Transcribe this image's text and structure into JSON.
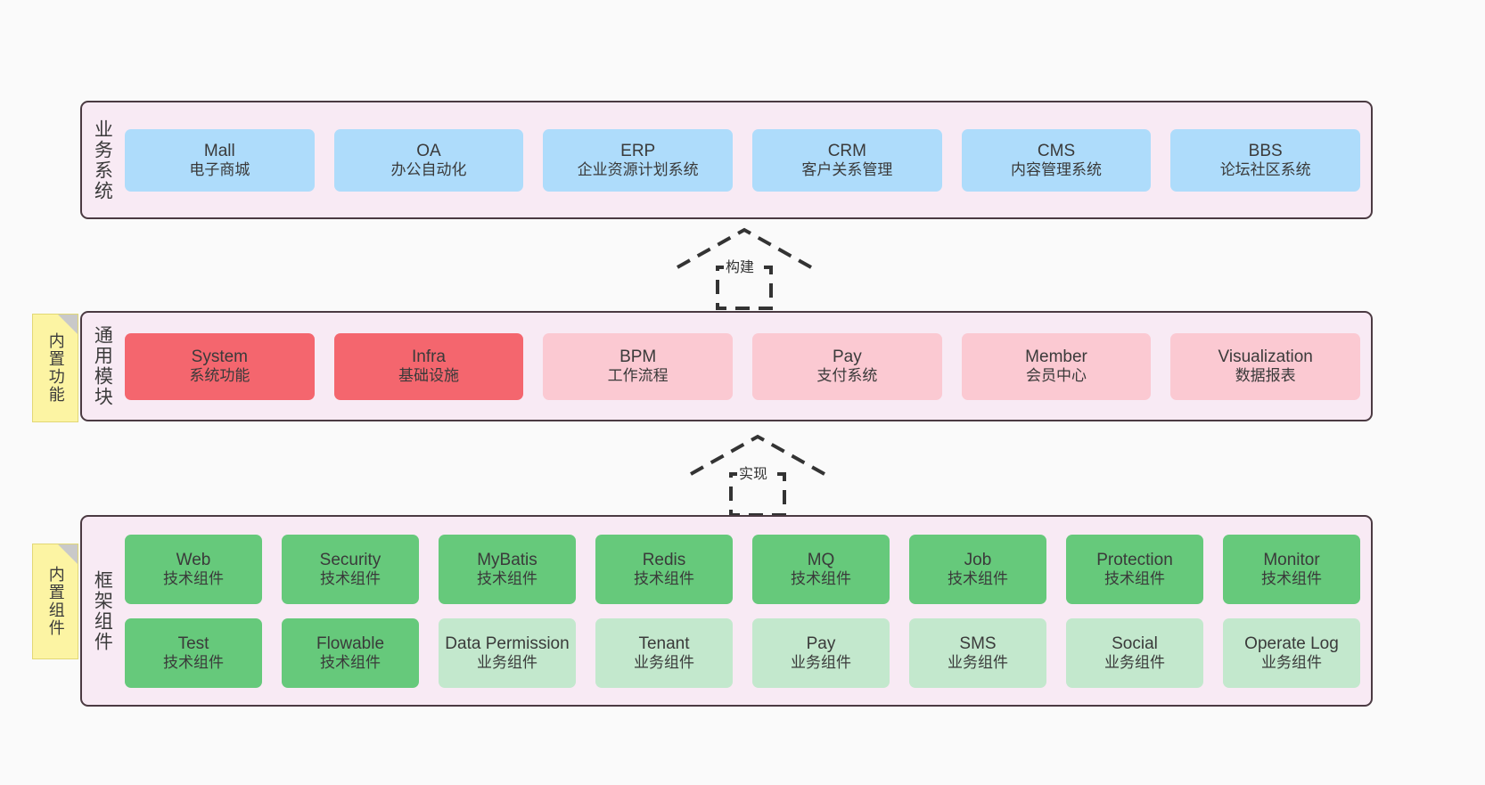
{
  "diagram": {
    "title": "",
    "colors": {
      "panel_bg": "#f8eaf4",
      "panel_border": "#4b3a42",
      "blue": "#aedcfb",
      "red": "#f4666e",
      "pink": "#fbc9d2",
      "green": "#66c97b",
      "light_green": "#c3e8cd",
      "sticky_yellow": "#fcf4a3",
      "canvas": "#fafafa"
    }
  },
  "layers": {
    "business": {
      "title": "业务系统",
      "items": [
        {
          "en": "Mall",
          "cn": "电子商城"
        },
        {
          "en": "OA",
          "cn": "办公自动化"
        },
        {
          "en": "ERP",
          "cn": "企业资源计划系统"
        },
        {
          "en": "CRM",
          "cn": "客户关系管理"
        },
        {
          "en": "CMS",
          "cn": "内容管理系统"
        },
        {
          "en": "BBS",
          "cn": "论坛社区系统"
        }
      ]
    },
    "modules": {
      "title": "通用模块",
      "sticky": "内置功能",
      "items": [
        {
          "en": "System",
          "cn": "系统功能",
          "fill": "red"
        },
        {
          "en": "Infra",
          "cn": "基础设施",
          "fill": "red"
        },
        {
          "en": "BPM",
          "cn": "工作流程",
          "fill": "pink"
        },
        {
          "en": "Pay",
          "cn": "支付系统",
          "fill": "pink"
        },
        {
          "en": "Member",
          "cn": "会员中心",
          "fill": "pink"
        },
        {
          "en": "Visualization",
          "cn": "数据报表",
          "fill": "pink"
        }
      ]
    },
    "framework": {
      "title": "框架组件",
      "sticky": "内置组件",
      "row1": [
        {
          "en": "Web",
          "cn": "技术组件",
          "fill": "green"
        },
        {
          "en": "Security",
          "cn": "技术组件",
          "fill": "green"
        },
        {
          "en": "MyBatis",
          "cn": "技术组件",
          "fill": "green"
        },
        {
          "en": "Redis",
          "cn": "技术组件",
          "fill": "green"
        },
        {
          "en": "MQ",
          "cn": "技术组件",
          "fill": "green"
        },
        {
          "en": "Job",
          "cn": "技术组件",
          "fill": "green"
        },
        {
          "en": "Protection",
          "cn": "技术组件",
          "fill": "green"
        },
        {
          "en": "Monitor",
          "cn": "技术组件",
          "fill": "green"
        }
      ],
      "row2": [
        {
          "en": "Test",
          "cn": "技术组件",
          "fill": "green"
        },
        {
          "en": "Flowable",
          "cn": "技术组件",
          "fill": "green"
        },
        {
          "en": "Data Permission",
          "cn": "业务组件",
          "fill": "lightgreen"
        },
        {
          "en": "Tenant",
          "cn": "业务组件",
          "fill": "lightgreen"
        },
        {
          "en": "Pay",
          "cn": "业务组件",
          "fill": "lightgreen"
        },
        {
          "en": "SMS",
          "cn": "业务组件",
          "fill": "lightgreen"
        },
        {
          "en": "Social",
          "cn": "业务组件",
          "fill": "lightgreen"
        },
        {
          "en": "Operate Log",
          "cn": "业务组件",
          "fill": "lightgreen"
        }
      ]
    }
  },
  "connectors": [
    {
      "label": "构建",
      "from": "modules",
      "to": "business"
    },
    {
      "label": "实现",
      "from": "framework",
      "to": "modules"
    }
  ]
}
